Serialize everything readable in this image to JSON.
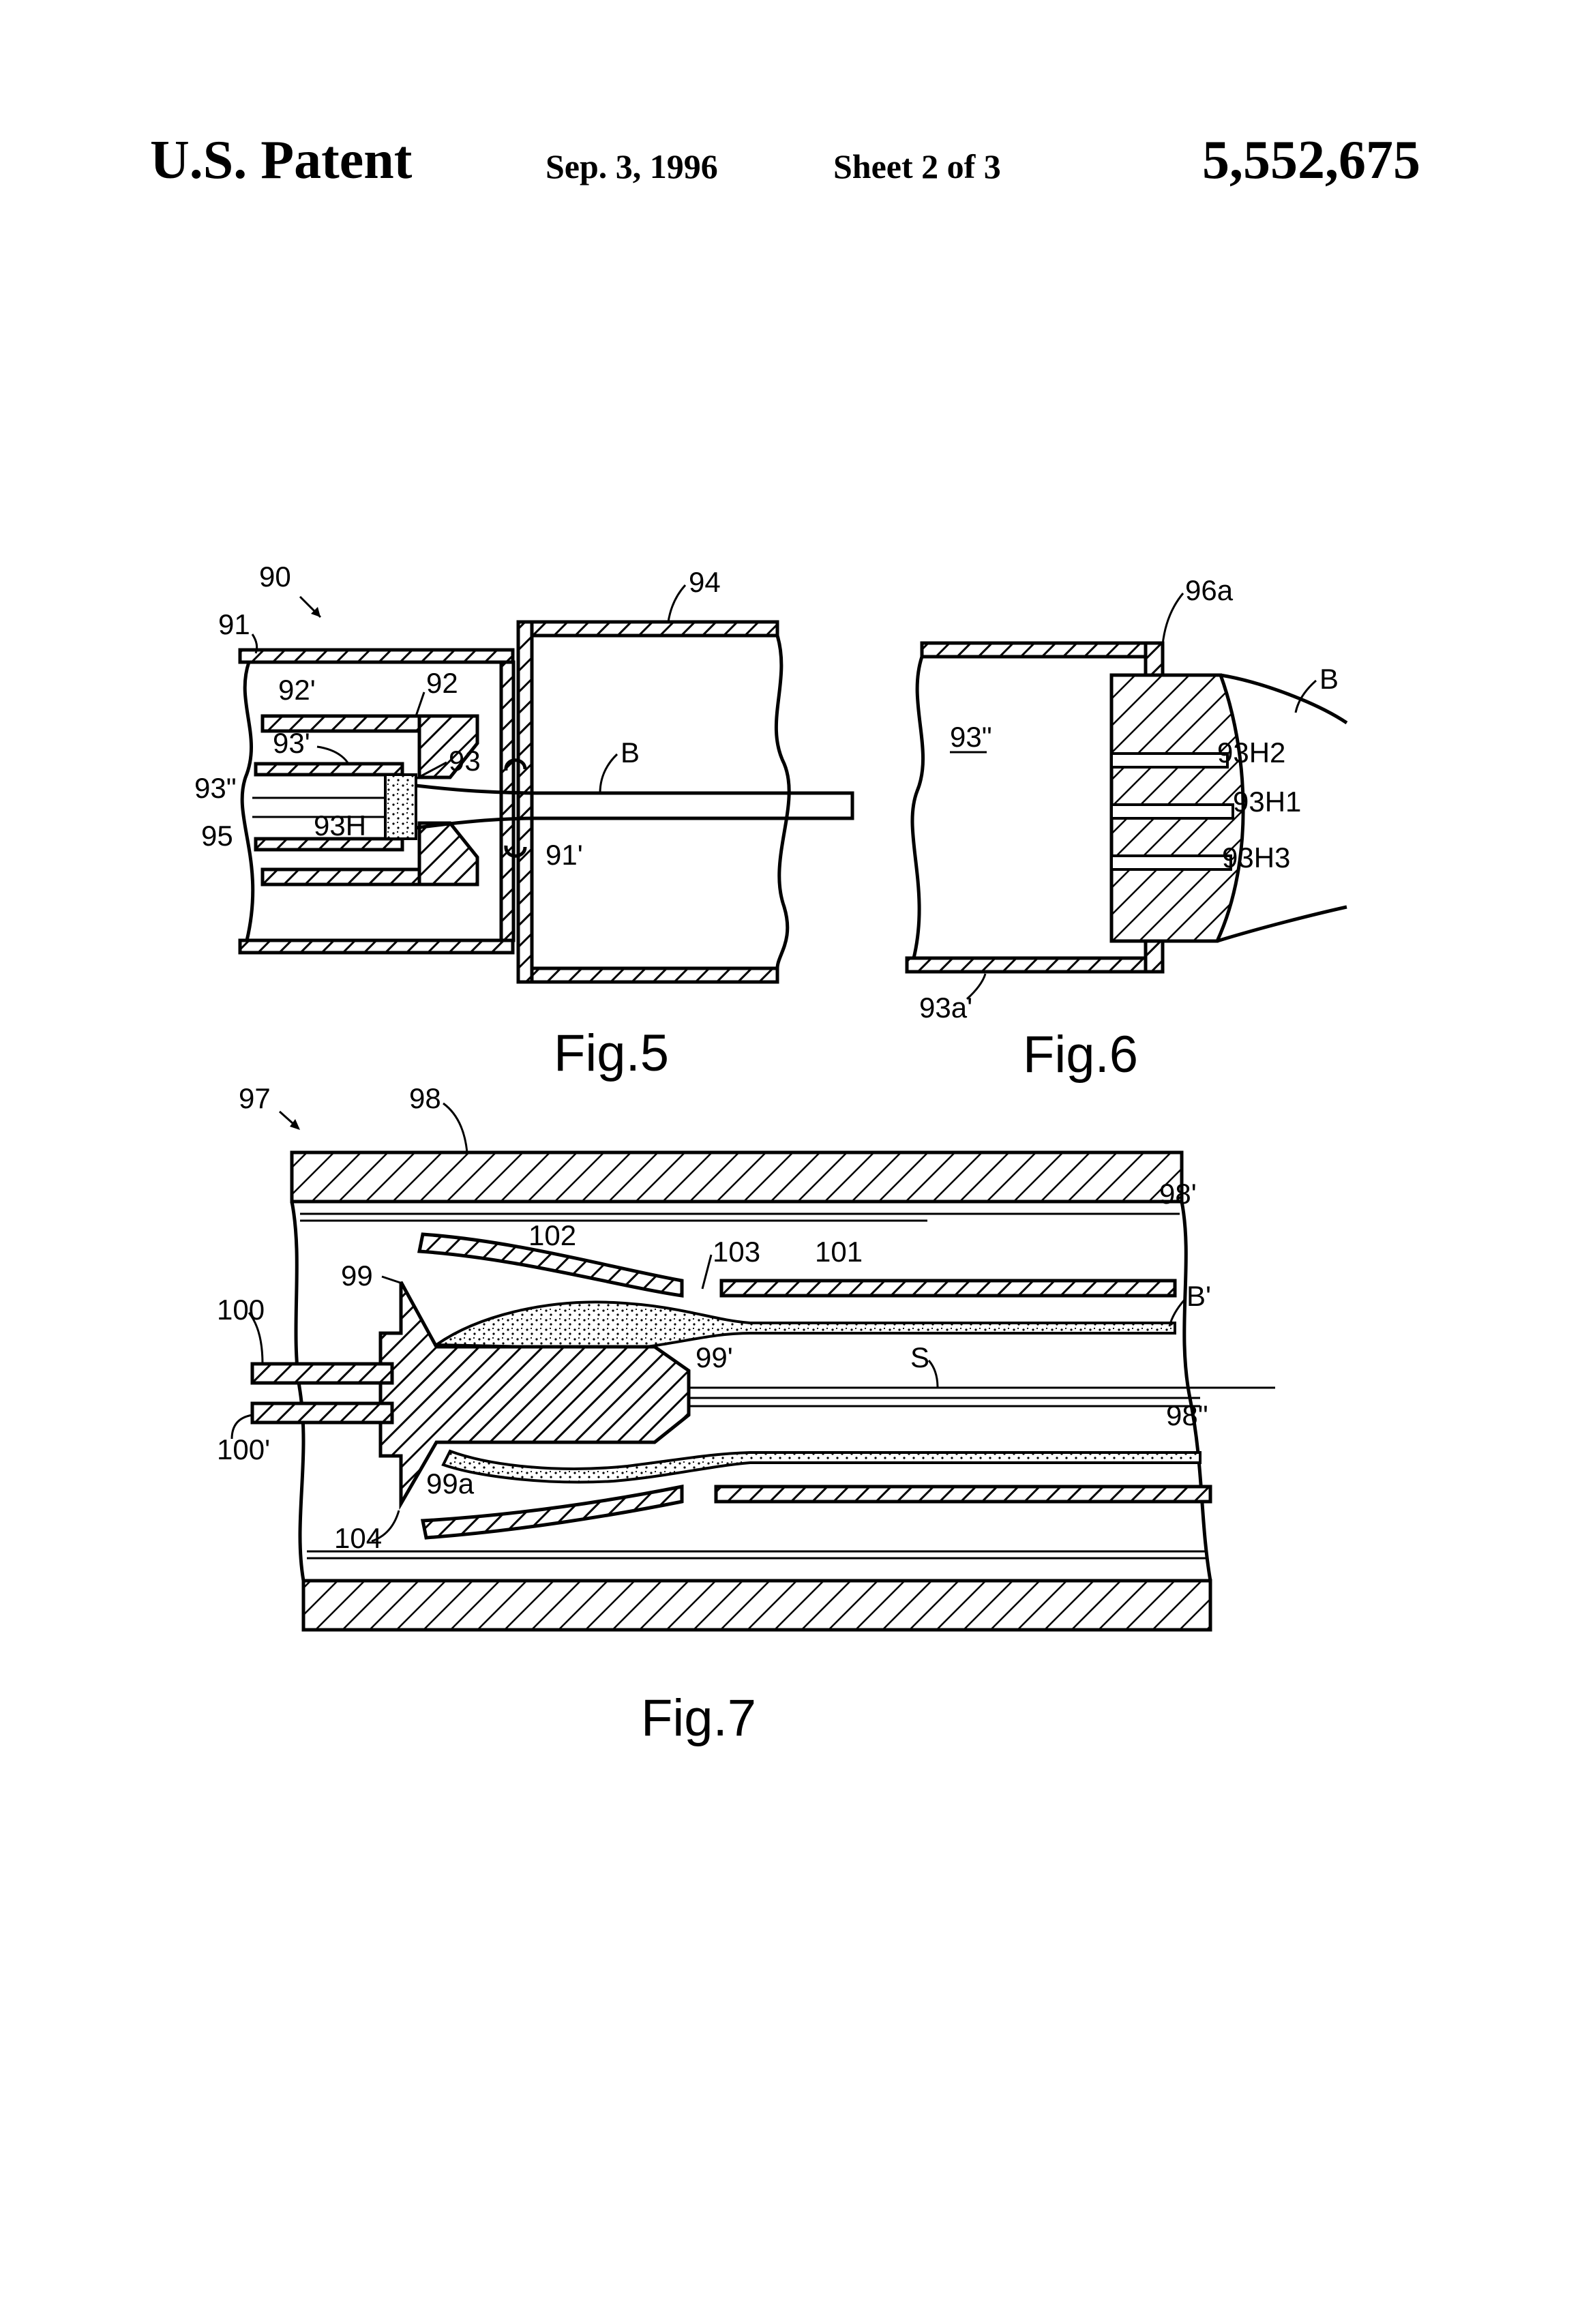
{
  "header": {
    "left": "U.S. Patent",
    "date": "Sep. 3, 1996",
    "sheet": "Sheet 2 of 3",
    "number": "5,552,675"
  },
  "fig5": {
    "caption": "Fig.5",
    "labels": {
      "l90": "90",
      "l91": "91",
      "l92p": "92'",
      "l92": "92",
      "l93p": "93'",
      "l93": "93",
      "l93pp": "93\"",
      "l95": "95",
      "l93H": "93H",
      "l94": "94",
      "lB": "B",
      "l91p": "91'"
    }
  },
  "fig6": {
    "caption": "Fig.6",
    "labels": {
      "l96a": "96a",
      "lB": "B",
      "l93pp": "93\"",
      "l93H2": "93H2",
      "l93H1": "93H1",
      "l93H3": "93H3",
      "l93ap": "93a'"
    }
  },
  "fig7": {
    "caption": "Fig.7",
    "labels": {
      "l97": "97",
      "l98": "98",
      "l98p": "98'",
      "l102": "102",
      "l103": "103",
      "l101": "101",
      "l99": "99",
      "lBp": "B'",
      "l100": "100",
      "l99p": "99'",
      "lS": "S",
      "l100p": "100'",
      "l98pp": "98\"",
      "l99a": "99a",
      "l104": "104"
    }
  }
}
